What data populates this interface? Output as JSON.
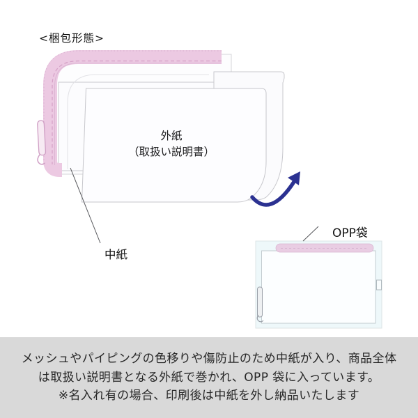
{
  "title": "<梱包形態>",
  "diagram": {
    "outer_paper_label_line1": "外紙",
    "outer_paper_label_line2": "（取扱い説明書）",
    "inner_paper_label": "中紙",
    "opp_bag_label": "OPP袋",
    "icons": {
      "fold_arrow": "curved-arrow-up",
      "zipper_pull": "zipper-pull-tab"
    }
  },
  "footer": {
    "lines": [
      "メッシュやパイピングの色移りや傷防止のため中紙が入り、商品全体",
      "は取扱い説明書となる外紙で巻かれ、OPP 袋に入っています。",
      "※名入れ有の場合、印刷後は中紙を外し納品いたします"
    ]
  },
  "colors": {
    "piping_pink": "#ecc9e2",
    "piping_pink_soft": "#e9cde3",
    "piping_stitch": "#d49fc6",
    "piping_outline": "#cf9ec4",
    "arrow_blue": "#2b3191",
    "opp_bag_tint": "#eef8fa",
    "paper_edge": "#c8c8cd",
    "footer_bg": "#d9d9d9"
  }
}
